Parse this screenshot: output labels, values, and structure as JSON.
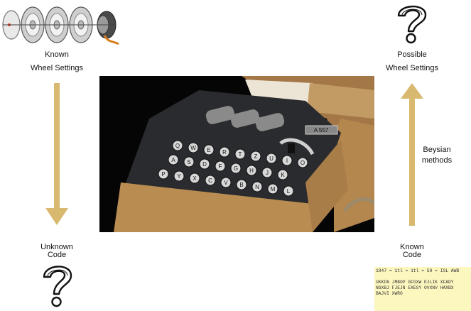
{
  "labels": {
    "known_wheel": [
      "Known",
      "Wheel Settings"
    ],
    "possible_wheel": [
      "Possible",
      "Wheel Settings"
    ],
    "unknown_code": [
      "Unknown",
      "Code"
    ],
    "known_code": [
      "Known",
      "Code"
    ],
    "method": [
      "Beysian",
      "methods"
    ]
  },
  "code_text": {
    "header": "1847 = 1tl = 1tl = 59 = ISL AWB",
    "lines": [
      "UKKPA JMBOP GFGXW EJLIK XFADY",
      "NGXBJ FJEJN EXESY OVXNV HAXBX",
      "BAJVI XWRO"
    ]
  },
  "machine": {
    "serial_plate": "A 557",
    "keyboard_rows": [
      [
        "Q",
        "W",
        "E",
        "R",
        "T",
        "Z",
        "U",
        "I",
        "O"
      ],
      [
        "A",
        "S",
        "D",
        "F",
        "G",
        "H",
        "J",
        "K"
      ],
      [
        "P",
        "Y",
        "X",
        "C",
        "V",
        "B",
        "N",
        "M",
        "L"
      ]
    ]
  },
  "icons": {
    "question_top": "question-mark-icon",
    "question_bottom": "question-mark-icon",
    "rotors": "rotor-stack-icon"
  },
  "colors": {
    "arrow": "#d9b870",
    "photo_bg": "#050505",
    "wood": "#b98c52",
    "machine_body": "#2a2b2e",
    "code_bg": "#fcf6bf"
  }
}
